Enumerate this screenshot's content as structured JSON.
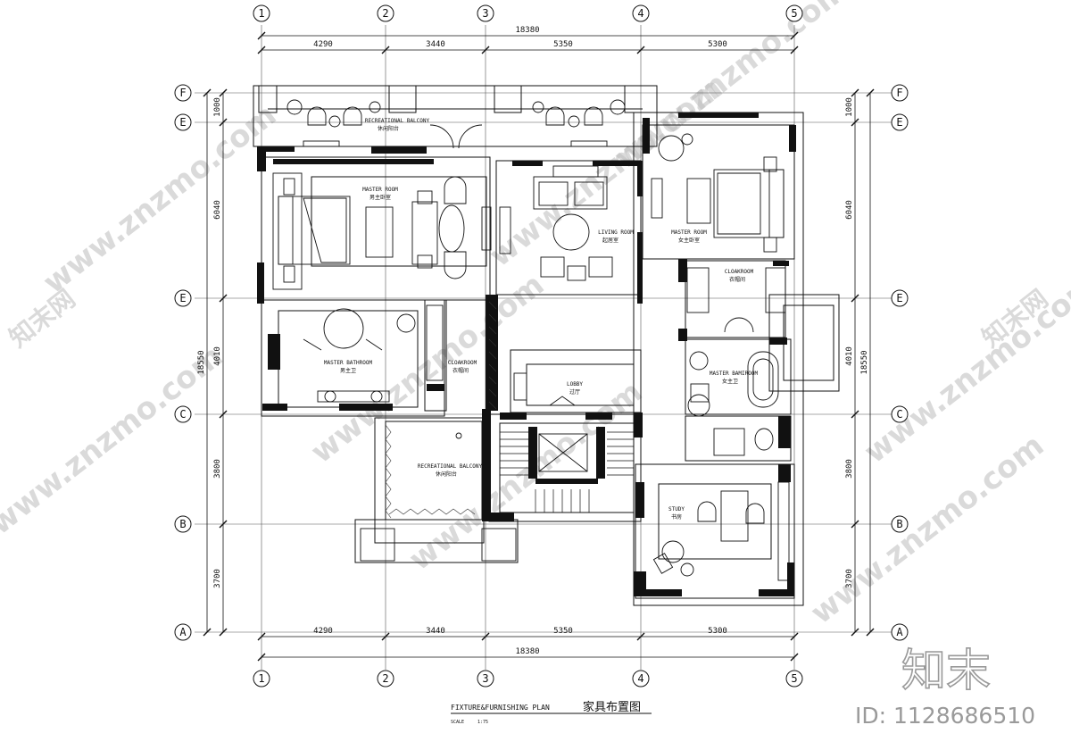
{
  "grid": {
    "columns": [
      "1",
      "2",
      "3",
      "4",
      "5"
    ],
    "rows": [
      "F",
      "E",
      "E",
      "C",
      "B",
      "A"
    ],
    "rows_right": [
      "F",
      "E",
      "E",
      "C",
      "B",
      "A"
    ]
  },
  "dimensions": {
    "top_segments": [
      "4290",
      "3440",
      "5350",
      "5300"
    ],
    "top_total": "18380",
    "bottom_segments": [
      "4290",
      "3440",
      "5350",
      "5300"
    ],
    "bottom_total": "18380",
    "left_segments": [
      "1000",
      "6040",
      "4010",
      "3800",
      "3700"
    ],
    "left_total": "18550",
    "right_segments": [
      "1000",
      "6040",
      "4010",
      "3800",
      "3700"
    ],
    "right_total": "18550"
  },
  "rooms": {
    "recreational_balcony_top": {
      "en": "RECREATIONAL BALCONY",
      "cn": "休闲阳台"
    },
    "master_room_left": {
      "en": "MASTER ROOM",
      "cn": "男主卧室"
    },
    "living_room": {
      "en": "LIVING ROOM",
      "cn": "起居室"
    },
    "master_room_right": {
      "en": "MASTER ROOM",
      "cn": "女主卧室"
    },
    "cloakroom_right": {
      "en": "CLOAKROOM",
      "cn": "衣帽间"
    },
    "master_bathroom_left": {
      "en": "MASTER BATHROOM",
      "cn": "男主卫"
    },
    "cloakroom_left": {
      "en": "CLOAKROOM",
      "cn": "衣帽间"
    },
    "lobby": {
      "en": "LOBBY",
      "cn": "过厅"
    },
    "master_bathroom_right": {
      "en": "MASTER BAMIROOM",
      "cn": "女主卫"
    },
    "recreational_balcony_bottom": {
      "en": "RECREATIONAL BALCONY",
      "cn": "休闲阳台"
    },
    "study": {
      "en": "STUDY",
      "cn": "书房"
    }
  },
  "title_block": {
    "title_en": "FIXTURE&FURNISHING PLAN",
    "title_cn": "家具布置图",
    "scale_label": "SCALE",
    "scale_value": "1:75"
  },
  "watermark": {
    "site": "www.znzmo.com",
    "brand_cn": "知末网",
    "logo": "知末",
    "id_text": "ID: 1128686510"
  }
}
